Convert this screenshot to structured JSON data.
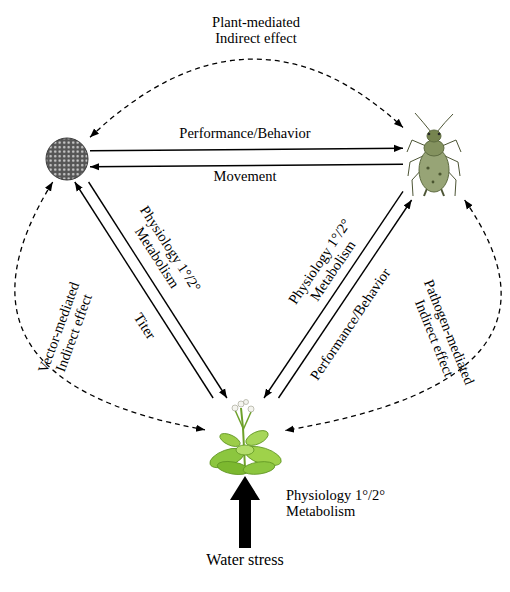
{
  "diagram": {
    "nodes": [
      {
        "text": []
      },
      {
        "text": []
      },
      {
        "text": []
      },
      {
        "text": [
          "Water stress"
        ]
      }
    ],
    "edges": [
      {
        "from": 0,
        "to": 1,
        "label": "Performance/Behavior",
        "arrow": "to"
      },
      {
        "from": 1,
        "to": 0,
        "label": "Movement",
        "arrow": "to"
      },
      {
        "from": 0,
        "to": 2,
        "label": "Physiology 1°/2° Metabolism",
        "arrow": "to"
      },
      {
        "from": 2,
        "to": 0,
        "label": "Titer",
        "arrow": "to"
      },
      {
        "from": 1,
        "to": 2,
        "label": "Physiology 1°/2° Metabolism",
        "arrow": "to"
      },
      {
        "from": 2,
        "to": 1,
        "label": "Performance/Behavior",
        "arrow": "to"
      },
      {
        "from": 0,
        "to": 1,
        "label": "Plant-mediated Indirect effect",
        "arrow": "both"
      },
      {
        "from": 0,
        "to": 2,
        "label": "Vector-mediated Indirect effect",
        "arrow": "both"
      },
      {
        "from": 1,
        "to": 2,
        "label": "Pathogen-mediated Indirect effect",
        "arrow": "both"
      },
      {
        "from": 3,
        "to": 2,
        "label": "Physiology 1°/2° Metabolism",
        "arrow": "to"
      }
    ]
  }
}
